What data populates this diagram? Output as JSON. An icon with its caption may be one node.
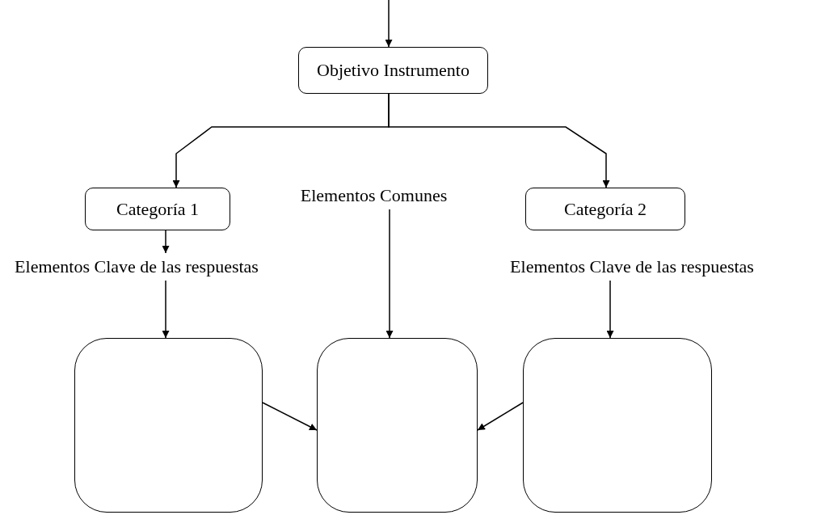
{
  "diagram": {
    "nodes": [
      {
        "text": [
          "Objetivo Instrumento"
        ]
      },
      {
        "text": [
          "Categoría 1"
        ]
      },
      {
        "text": [
          "Elementos Comunes"
        ]
      },
      {
        "text": [
          "Categoría 2"
        ]
      },
      {
        "text": [
          "Elementos Clave de las respuestas"
        ]
      },
      {
        "text": [
          "Elementos Clave de las respuestas"
        ]
      },
      {
        "text": [],
        "shape": "box"
      },
      {
        "text": [],
        "shape": "box"
      },
      {
        "text": [],
        "shape": "box"
      }
    ],
    "edges": [
      {
        "from": null,
        "to": 0,
        "arrow": "to"
      },
      {
        "from": 0,
        "to": 1,
        "arrow": "to"
      },
      {
        "from": 0,
        "to": 3,
        "arrow": "to"
      },
      {
        "from": 1,
        "to": 4,
        "arrow": "to"
      },
      {
        "from": 2,
        "to": 7,
        "arrow": "to"
      },
      {
        "from": 4,
        "to": 6,
        "arrow": "to"
      },
      {
        "from": 5,
        "to": 8,
        "arrow": "to"
      },
      {
        "from": 6,
        "to": 7,
        "arrow": "to"
      },
      {
        "from": 8,
        "to": 7,
        "arrow": "to"
      }
    ]
  }
}
